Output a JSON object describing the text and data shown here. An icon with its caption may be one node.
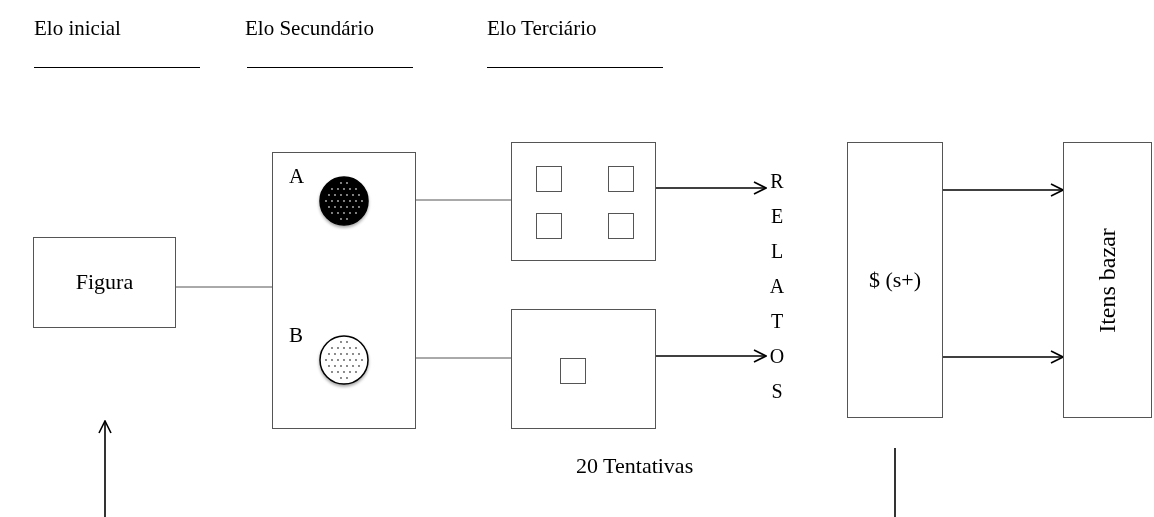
{
  "diagram": {
    "nodes": [
      {
        "text": [
          "Figura"
        ]
      },
      {
        "text": [],
        "shape": "box"
      },
      {
        "text": [],
        "shape": "circle",
        "in": 1,
        "beside": [
          "A"
        ]
      },
      {
        "text": [],
        "shape": "circle",
        "in": 1,
        "beside": [
          "B"
        ]
      },
      {
        "text": [],
        "shape": "box"
      },
      {
        "text": [],
        "shape": "box"
      },
      {
        "text": [
          "RELATOS"
        ]
      },
      {
        "text": [
          "$ (s+)"
        ]
      },
      {
        "text": [
          "Itens bazar"
        ]
      }
    ],
    "edges": [
      {
        "from": 0,
        "to": 1,
        "arrow": "none"
      },
      {
        "from": 1,
        "to": 4,
        "arrow": "none"
      },
      {
        "from": 1,
        "to": 5,
        "arrow": "none"
      },
      {
        "from": 4,
        "to": 6,
        "arrow": "to"
      },
      {
        "from": 5,
        "to": 6,
        "arrow": "to"
      },
      {
        "from": 7,
        "to": 8,
        "arrow": "to"
      },
      {
        "from": 7,
        "to": 8,
        "arrow": "to"
      }
    ],
    "labels": [
      "Elo inicial",
      "Elo Secundário",
      "Elo Terciário",
      "20 Tentativas"
    ]
  }
}
